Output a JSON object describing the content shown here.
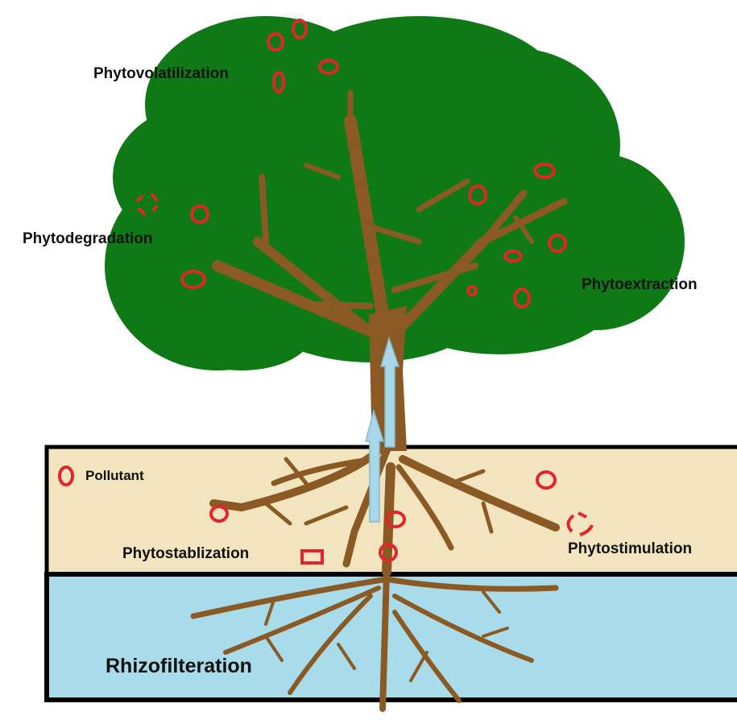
{
  "labels": {
    "phytovolatilization": "Phytovolatilization",
    "phytodegradation": "Phytodegradation",
    "phytoextraction": "Phytoextraction",
    "pollutant": "Pollutant",
    "phytostablization": "Phytostablization",
    "phytostimulation": "Phytostimulation",
    "rhizofilteration": "Rhizofilteration"
  },
  "colors": {
    "canopy": "#0f7a15",
    "trunk": "#8b5a24",
    "soil": "#f2e4bf",
    "water": "#a8dcea",
    "pollutant": "#e0262c",
    "arrow": "#a8d8e8",
    "border": "#000000"
  }
}
